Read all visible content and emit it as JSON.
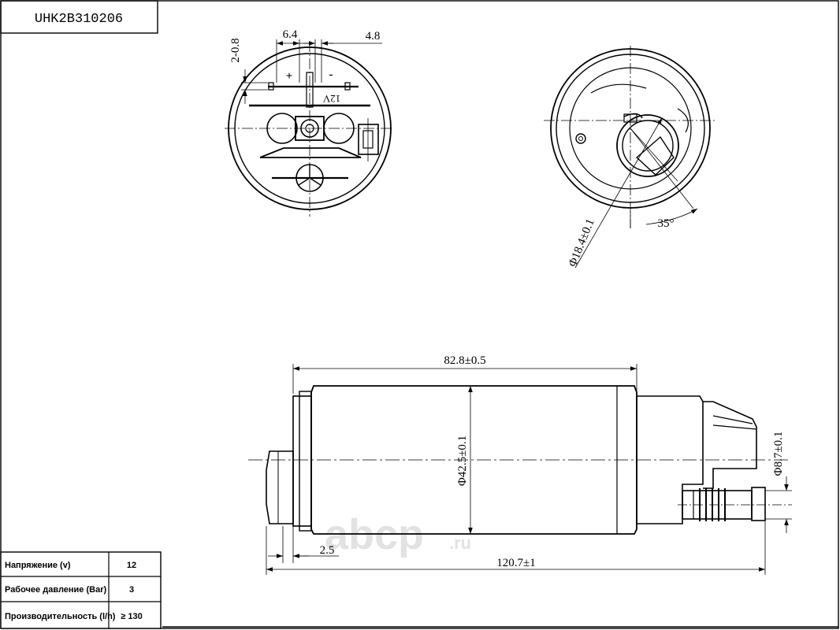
{
  "title_block": {
    "model_code": "UHK2B310206"
  },
  "top_view": {
    "dim_pin_height": "2-0.8",
    "dim_left": "6.4",
    "dim_right": "4.8",
    "plus_sign": "+",
    "minus_sign": "-",
    "voltage_marking": "12V"
  },
  "outlet_view": {
    "dim_diameter": "Φ18.4±0.1",
    "dim_angle": "35°"
  },
  "side_view": {
    "dim_body_length": "82.8±0.5",
    "dim_body_diameter": "Φ42.5±0.1",
    "dim_outlet_diameter": "Φ8.7±0.1",
    "dim_offset": "2.5",
    "dim_total_length": "120.7±1"
  },
  "spec_table": {
    "rows": [
      {
        "label": "Напряжение (v)",
        "value": "12"
      },
      {
        "label": "Рабочее давление (Bar)",
        "value": "3"
      },
      {
        "label": "Производительность (l/h)",
        "value": "≥ 130"
      }
    ]
  },
  "watermark": {
    "brand": "abcp",
    "suffix": ".ru"
  }
}
